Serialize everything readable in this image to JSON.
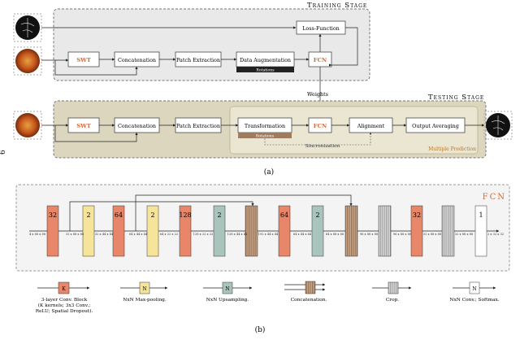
{
  "side_label": "6",
  "caption_a": "(a)",
  "caption_b": "(b)",
  "training": {
    "title": "Training Stage",
    "swt": "SWT",
    "concat": "Concatenation",
    "patch": "Patch Extraction",
    "augment": "Data Augmentation",
    "rotations": "Rotations",
    "fcn": "FCN",
    "loss": "Loss-Function"
  },
  "weights_label": "Weights",
  "testing": {
    "title": "Testing Stage",
    "swt": "SWT",
    "concat": "Concatenation",
    "patch": "Patch Extraction",
    "transform": "Transformation",
    "rotations": "Rotations",
    "fcn": "FCN",
    "alignment": "Alignment",
    "averaging": "Output Averaging",
    "sync": "Sincronization",
    "multiple": "Multiple Prediction"
  },
  "fcn_panel": {
    "title": "FCN",
    "blocks": [
      "32",
      "2",
      "64",
      "2",
      "128",
      "2",
      "64",
      "2",
      "32",
      "1"
    ],
    "dims": [
      "4 x 88 x 88",
      "32 x 88 x 88",
      "32 x 44 x 44",
      "64 x 44 x 44",
      "64 x 22 x 22",
      "128 x 22 x 22",
      "128 x 44 x 44",
      "192 x 44 x 44",
      "64 x 44 x 44",
      "64 x 88 x 88",
      "96 x 88 x 88",
      "96 x 88 x 88",
      "32 x 88 x 88",
      "32 x 88 x 88",
      "2 x 32 x 32"
    ]
  },
  "legend": {
    "conv_symbol": "K",
    "conv_text": [
      "3-layer Conv. Block",
      "(K kernels; 3x3 Conv.;",
      "ReLU; Spatial Dropout)."
    ],
    "maxpool_symbol": "N",
    "maxpool_text": "NxN Max-pooling.",
    "upsample_symbol": "N",
    "upsample_text": "NxN Upsampling.",
    "concat_text": "Concatenation.",
    "crop_text": "Crop.",
    "softmax_symbol": "N",
    "softmax_text": "NxN Conv.; Softmax."
  },
  "colors": {
    "orange": "#e8866a",
    "orange_text": "#e2662f",
    "yellow": "#f6e49a",
    "teal": "#a9c4bd",
    "concat_fill": "#c9a585",
    "crop_fill": "#cfcfcf",
    "training_bg": "#e9e9e9",
    "testing_bg": "#dcd6bf",
    "testing_inner": "#ebe6d2",
    "fcn_bg": "#f4f4f4"
  }
}
